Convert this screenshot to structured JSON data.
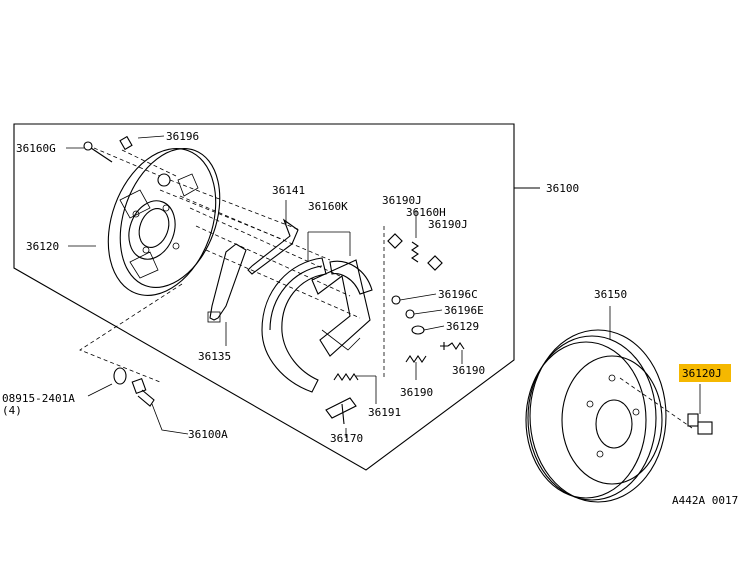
{
  "diagram": {
    "code": "A442A 0017",
    "highlight_color": "#f5b800",
    "labels": {
      "p36196": "36196",
      "p36160G": "36160G",
      "p36141": "36141",
      "p36160K": "36160K",
      "p36190J_a": "36190J",
      "p36160H": "36160H",
      "p36190J_b": "36190J",
      "p36100": "36100",
      "p36120": "36120",
      "p36196C": "36196C",
      "p36196E": "36196E",
      "p36129": "36129",
      "p36135": "36135",
      "p36190": "36190",
      "p36190_b": "36190",
      "p36191": "36191",
      "p36170": "36170",
      "p08915": "08915-2401A",
      "p08915_qty": "(4)",
      "p36100A": "36100A",
      "p36150": "36150",
      "p36120J": "36120J"
    }
  }
}
